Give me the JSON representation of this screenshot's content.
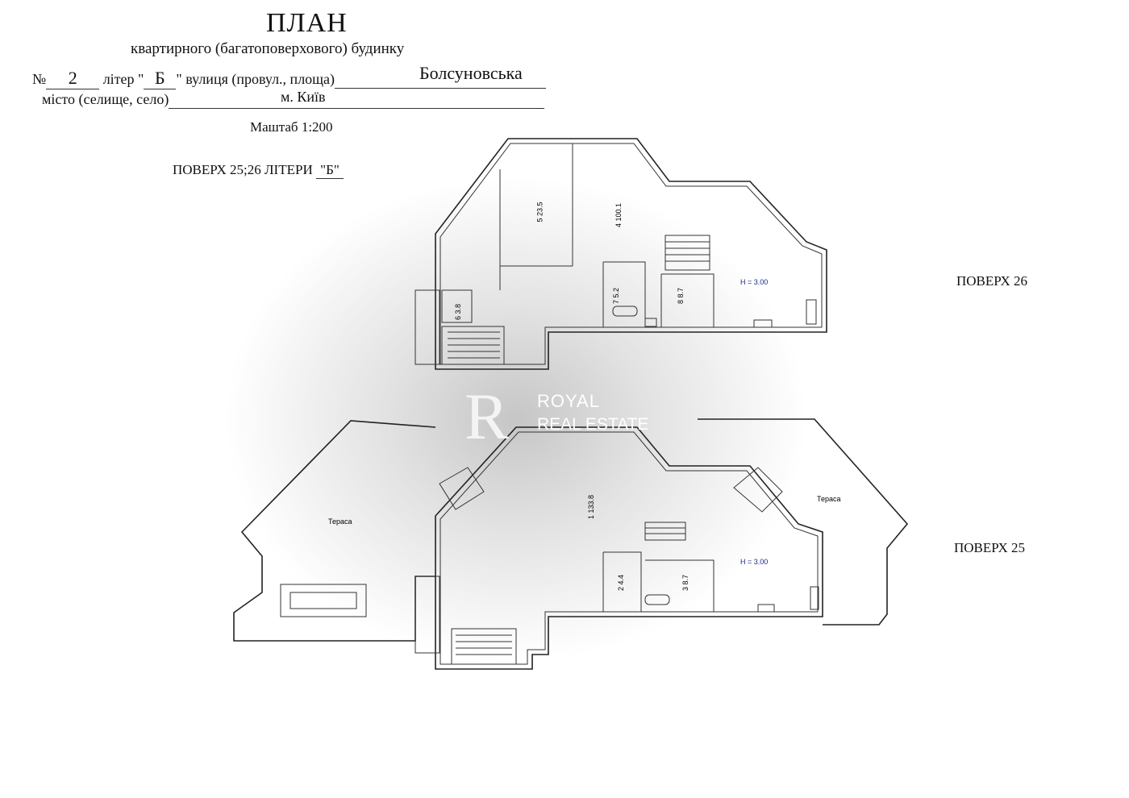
{
  "header": {
    "title": "ПЛАН",
    "subtitle": "квартирного (багатоповерхового) будинку",
    "number_prefix": "№",
    "number_value": "2",
    "liter_prefix": "літер \"",
    "liter_value": "Б",
    "liter_suffix": "\"",
    "street_label": "вулиця (провул., площа)",
    "street_value": "Болсуновська",
    "city_label": "місто (селище, село)",
    "city_value": "м. Київ",
    "scale": "Маштаб 1:200"
  },
  "floors_caption": {
    "label": "ПОВЕРХ  25;26   ЛІТЕРИ",
    "liter": "\"Б\""
  },
  "floor26": {
    "caption": "ПОВЕРХ 26",
    "height": "H = 3.00",
    "rooms": [
      {
        "id": "5",
        "area": "23.5"
      },
      {
        "id": "4",
        "area": "100.1"
      },
      {
        "id": "6",
        "area": "3.8"
      },
      {
        "id": "7",
        "area": "5.2"
      },
      {
        "id": "8",
        "area": "8.7"
      }
    ]
  },
  "floor25": {
    "caption": "ПОВЕРХ  25",
    "height": "H = 3.00",
    "terrace_left": "Тераса",
    "terrace_right": "Тераса",
    "rooms": [
      {
        "id": "1",
        "area": "133.8"
      },
      {
        "id": "2",
        "area": "4.4"
      },
      {
        "id": "3",
        "area": "8.7"
      }
    ]
  },
  "watermark": {
    "logo": "R",
    "line1": "ROYAL",
    "line2": "REAL ESTATE"
  },
  "colors": {
    "ink": "#222222",
    "height_label": "#1a2a8a",
    "watermark": "#ffffff"
  }
}
